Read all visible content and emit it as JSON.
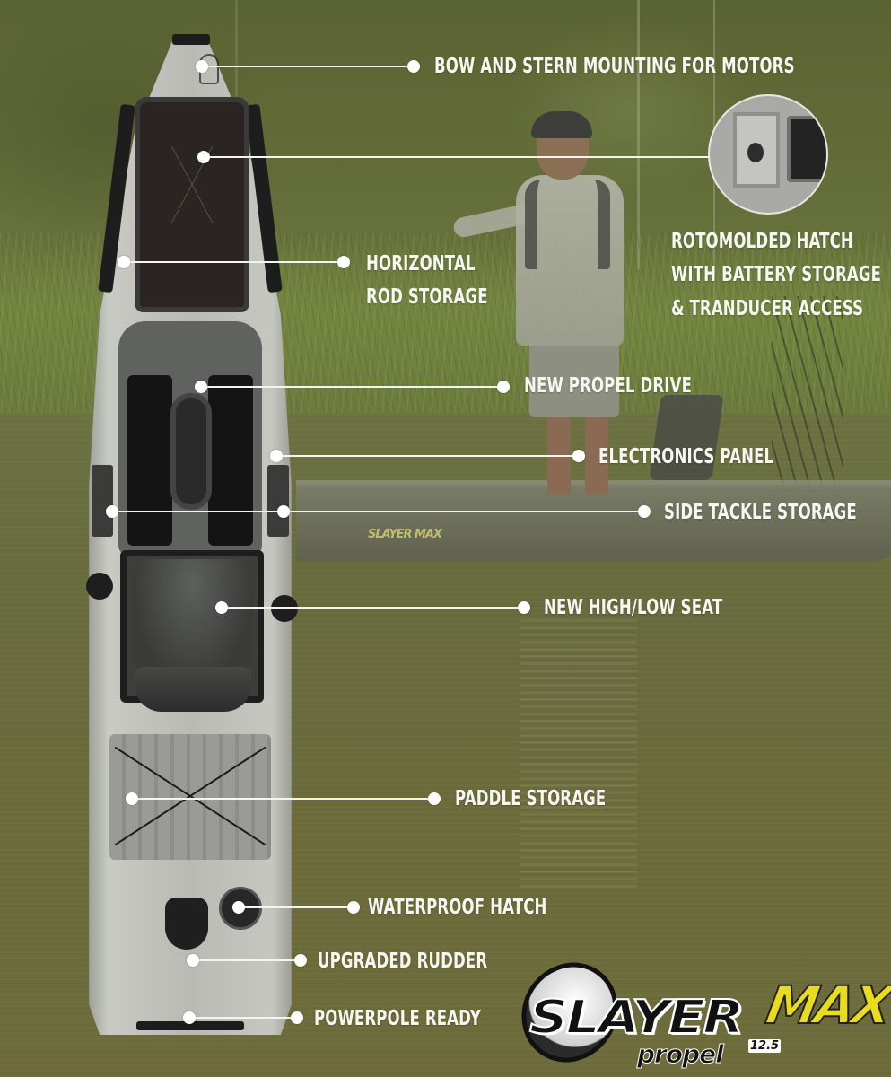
{
  "image": {
    "description": "Product feature diagram of a fishing kayak (top view) with callout labels over a lake background photo"
  },
  "colors": {
    "label_text": "#f7f7f2",
    "callout_line": "#f4f4f0",
    "background_green": "#5e6338",
    "logo_accent_yellow": "#e9dc1f"
  },
  "callouts": [
    {
      "id": "bow-stern-mounting",
      "lines": [
        "BOW AND STERN MOUNTING FOR MOTORS"
      ]
    },
    {
      "id": "rotomolded-hatch",
      "lines": [
        "ROTOMOLDED HATCH",
        "WITH BATTERY STORAGE",
        "& TRANDUCER ACCESS"
      ]
    },
    {
      "id": "horizontal-rod-storage",
      "lines": [
        "HORIZONTAL",
        "ROD STORAGE"
      ]
    },
    {
      "id": "new-propel-drive",
      "lines": [
        "NEW PROPEL DRIVE"
      ]
    },
    {
      "id": "electronics-panel",
      "lines": [
        "ELECTRONICS PANEL"
      ]
    },
    {
      "id": "side-tackle-storage",
      "lines": [
        "SIDE TACKLE STORAGE"
      ]
    },
    {
      "id": "new-high-low-seat",
      "lines": [
        "NEW HIGH/LOW SEAT"
      ]
    },
    {
      "id": "paddle-storage",
      "lines": [
        "PADDLE STORAGE"
      ]
    },
    {
      "id": "waterproof-hatch",
      "lines": [
        "WATERPROOF HATCH"
      ]
    },
    {
      "id": "upgraded-rudder",
      "lines": [
        "UPGRADED RUDDER"
      ]
    },
    {
      "id": "powerpole-ready",
      "lines": [
        "POWERPOLE READY"
      ]
    }
  ],
  "logo": {
    "wordmark": "SLAYER",
    "accent": "MAX",
    "subtitle": "propel",
    "version": "12.5"
  },
  "background_kayak_logo": "SLAYER MAX"
}
